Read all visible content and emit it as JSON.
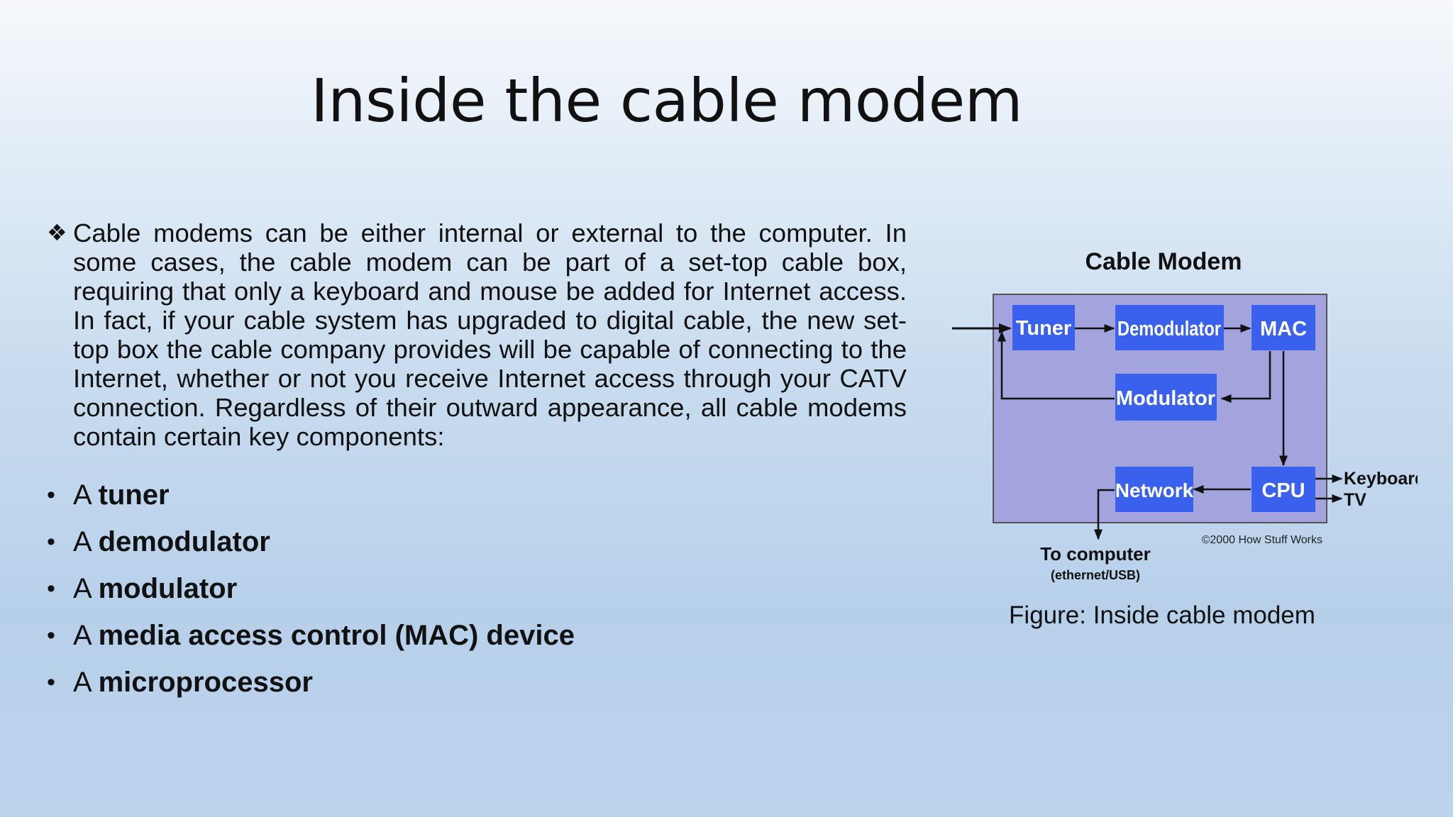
{
  "slide": {
    "title": "Inside the cable modem",
    "paragraph": "Cable modems can be either internal or external to the computer. In some cases, the cable modem can be part of a set-top cable box, requiring that only a keyboard and mouse be added for Internet access. In fact, if your cable system has upgraded to digital cable, the new set-top box the cable company provides will be capable of connecting to the Internet, whether or not you receive Internet access through your CATV connection. Regardless of their outward appearance, all cable modems contain certain key components:",
    "paragraph_marker": "❖",
    "bullet_symbol": "•",
    "bullets": [
      {
        "prefix": "A ",
        "bold": "tuner"
      },
      {
        "prefix": "A ",
        "bold": "demodulator"
      },
      {
        "prefix": "A ",
        "bold": "modulator"
      },
      {
        "prefix": "A ",
        "bold": "media access control (MAC) device"
      },
      {
        "prefix": "A ",
        "bold": "microprocessor"
      }
    ]
  },
  "diagram": {
    "title": "Cable Modem",
    "blocks": {
      "tuner": "Tuner",
      "demodulator": "Demodulator",
      "mac": "MAC",
      "modulator": "Modulator",
      "network": "Network",
      "cpu": "CPU"
    },
    "outputs": {
      "keyboard": "Keyboard",
      "tv": "TV"
    },
    "to_computer": "To computer",
    "to_computer_sub": "(ethernet/USB)",
    "copyright": "©2000 How Stuff Works",
    "colors": {
      "frame_fill": "#a3a3de",
      "block_fill": "#3a60ee",
      "block_text": "#ffffff",
      "line": "#111111"
    }
  },
  "caption": "Figure: Inside cable modem"
}
